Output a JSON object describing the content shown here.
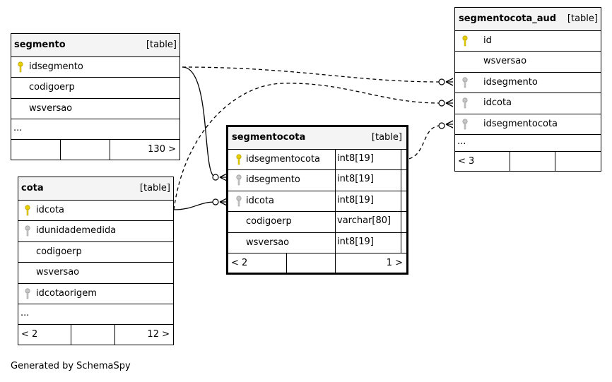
{
  "tables": {
    "segmento": {
      "name": "segmento",
      "kind": "[table]",
      "columns": [
        {
          "name": "idsegmento",
          "key": "primary"
        },
        {
          "name": "codigoerp",
          "key": "none"
        },
        {
          "name": "wsversao",
          "key": "none"
        }
      ],
      "ellipsis": "...",
      "footer": [
        "",
        "",
        "130 >"
      ]
    },
    "cota": {
      "name": "cota",
      "kind": "[table]",
      "columns": [
        {
          "name": "idcota",
          "key": "primary"
        },
        {
          "name": "idunidademedida",
          "key": "foreign"
        },
        {
          "name": "codigoerp",
          "key": "none"
        },
        {
          "name": "wsversao",
          "key": "none"
        },
        {
          "name": "idcotaorigem",
          "key": "foreign"
        }
      ],
      "ellipsis": "...",
      "footer": [
        "< 2",
        "",
        "12 >"
      ]
    },
    "segmentocota": {
      "name": "segmentocota",
      "kind": "[table]",
      "columns": [
        {
          "name": "idsegmentocota",
          "type": "int8[19]",
          "key": "primary"
        },
        {
          "name": "idsegmento",
          "type": "int8[19]",
          "key": "foreign"
        },
        {
          "name": "idcota",
          "type": "int8[19]",
          "key": "foreign"
        },
        {
          "name": "codigoerp",
          "type": "varchar[80]",
          "key": "none"
        },
        {
          "name": "wsversao",
          "type": "int8[19]",
          "key": "none"
        }
      ],
      "footer": [
        "< 2",
        "",
        "1 >"
      ]
    },
    "segmentocota_aud": {
      "name": "segmentocota_aud",
      "kind": "[table]",
      "columns": [
        {
          "name": "id",
          "key": "primary"
        },
        {
          "name": "wsversao",
          "key": "none"
        },
        {
          "name": "idsegmento",
          "key": "foreign"
        },
        {
          "name": "idcota",
          "key": "foreign"
        },
        {
          "name": "idsegmentocota",
          "key": "foreign"
        }
      ],
      "ellipsis": "...",
      "footer": [
        "< 3",
        "",
        ""
      ]
    }
  },
  "colors": {
    "primary_key": "#e8d000",
    "foreign_key": "#b8b8b8",
    "header_bg": "#f4f4f4"
  },
  "credit": "Generated by SchemaSpy"
}
